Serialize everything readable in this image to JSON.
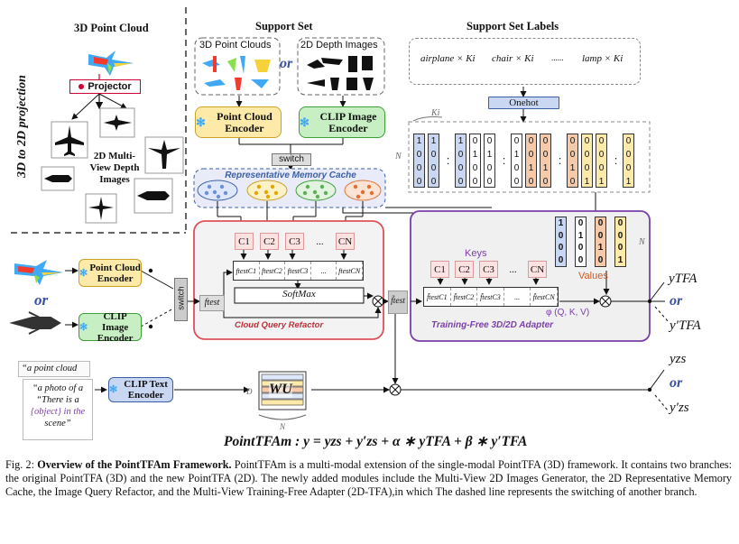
{
  "left_panel": {
    "title": "3D Point Cloud",
    "side_label": "3D to 2D projection",
    "projector": "Projector",
    "multiview_label": "2D Multi-View Depth Images"
  },
  "support_set": {
    "title": "Support Set",
    "pc_label": "3D Point Clouds",
    "or": "or",
    "depth_label": "2D Depth Images",
    "pc_encoder": "Point Cloud Encoder",
    "clip_encoder": "CLIP Image Encoder",
    "switch": "switch",
    "cache_label": "Representative Memory Cache"
  },
  "labels": {
    "title": "Support Set Labels",
    "items": [
      "airplane × Ki",
      "chair × Ki",
      "......",
      "lamp × Ki"
    ],
    "onehot": "Onehot",
    "ki": "Ki",
    "n": "N",
    "columns": [
      {
        "bits": [
          "1",
          "0",
          "0",
          "0"
        ],
        "color": "#c9d7f3"
      },
      {
        "bits": [
          "1",
          "0",
          "0",
          "0"
        ],
        "color": "#c9d7f3"
      },
      {
        "bits": [
          ":"
        ],
        "color": "#ffffff",
        "dots": true
      },
      {
        "bits": [
          "1",
          "0",
          "0",
          "0"
        ],
        "color": "#c9d7f3"
      },
      {
        "bits": [
          "0",
          "1",
          "0",
          "0"
        ],
        "color": "#ffffff"
      },
      {
        "bits": [
          "0",
          "1",
          "0",
          "0"
        ],
        "color": "#ffffff"
      },
      {
        "bits": [
          ":"
        ],
        "color": "#ffffff",
        "dots": true
      },
      {
        "bits": [
          "0",
          "1",
          "0",
          "0"
        ],
        "color": "#ffffff"
      },
      {
        "bits": [
          "0",
          "0",
          "1",
          "0"
        ],
        "color": "#f6c9a8"
      },
      {
        "bits": [
          "0",
          "0",
          "1",
          "0"
        ],
        "color": "#f6c9a8"
      },
      {
        "bits": [
          ":"
        ],
        "color": "#ffffff",
        "dots": true
      },
      {
        "bits": [
          "0",
          "0",
          "1",
          "0"
        ],
        "color": "#f6c9a8"
      },
      {
        "bits": [
          "0",
          "0",
          "0",
          "1"
        ],
        "color": "#fde9a8"
      },
      {
        "bits": [
          "0",
          "0",
          "0",
          "1"
        ],
        "color": "#fde9a8"
      },
      {
        "bits": [
          ":"
        ],
        "color": "#ffffff",
        "dots": true
      },
      {
        "bits": [
          "0",
          "0",
          "0",
          "1"
        ],
        "color": "#fde9a8"
      }
    ]
  },
  "query": {
    "pc_encoder": "Point Cloud Encoder",
    "or": "or",
    "clip_encoder": "CLIP Image Encoder",
    "switch": "switch",
    "ftest": "ftest",
    "ftest_tilde": "f̃test"
  },
  "cqr": {
    "keys": [
      "C1",
      "C2",
      "C3",
      "...",
      "CN"
    ],
    "sims": [
      "ftestC1",
      "ftestC2",
      "ftestC3",
      "...",
      "ftestCN"
    ],
    "softmax": "SoftMax",
    "label": "Cloud Query Refactor"
  },
  "tfa": {
    "keys_label": "Keys",
    "keys": [
      "C1",
      "C2",
      "C3",
      "...",
      "CN"
    ],
    "sims": [
      "f̃testC1",
      "f̃testC2",
      "f̃testC3",
      "...",
      "f̃testCN"
    ],
    "values_label": "Values",
    "n": "N",
    "phi": "φ (Q, K, V)",
    "label": "Training-Free 3D/2D Adapter",
    "value_cols": [
      {
        "bits": [
          "1",
          "0",
          "0",
          "0"
        ],
        "color": "#c9d7f3"
      },
      {
        "bits": [
          "0",
          "1",
          "0",
          "0"
        ],
        "color": "#ffffff"
      },
      {
        "bits": [
          "0",
          "0",
          "1",
          "0"
        ],
        "color": "#f6c9a8"
      },
      {
        "bits": [
          "0",
          "0",
          "0",
          "1"
        ],
        "color": "#fde9a8"
      }
    ]
  },
  "text_branch": {
    "prompts": [
      "“a point cloud",
      "“a photo of a",
      "“There is a",
      "{object} in the",
      "scene”"
    ],
    "clip_text": "CLIP Text Encoder",
    "w": "WU",
    "d": "D",
    "n": "N"
  },
  "outputs": {
    "y_tfa": "yTFA",
    "or": "or",
    "y_tfa_prime": "y′TFA",
    "y_zs": "yzs",
    "y_zs_prime": "y′zs"
  },
  "formula": "PointTFAm : y = yzs + y′zs + α ∗ yTFA + β ∗ y′TFA",
  "caption": {
    "prefix": "Fig. 2:",
    "bold": "Overview of the PointTFAm Framework.",
    "text": "PointTFAm is a multi-modal extension of the single-modal PointTFA (3D) framework. It contains two branches: the original PointTFA (3D) and the new PointTFA (2D). The newly added modules include the Multi-View 2D Images Generator, the 2D Representative Memory Cache, the Image Query Refactor, and the Multi-View Training-Free Adapter (2D-TFA),in which The dashed line represents the switching of another branch."
  },
  "colors": {
    "pc_encoder": "#fde9a8",
    "clip_encoder": "#c8efc4",
    "blue_box": "#c9d7f3",
    "cqr_border": "#e0505a",
    "tfa_border": "#7b3fa8"
  }
}
